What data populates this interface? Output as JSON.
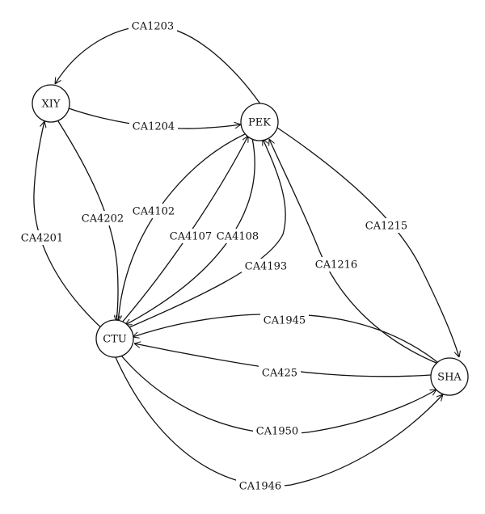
{
  "nodes": {
    "xiy": "XIY",
    "pek": "PEK",
    "ctu": "CTU",
    "sha": "SHA"
  },
  "edges": {
    "ca1203": "CA1203",
    "ca1204": "CA1204",
    "ca4202": "CA4202",
    "ca4201": "CA4201",
    "ca4102": "CA4102",
    "ca4107": "CA4107",
    "ca4108": "CA4108",
    "ca4193": "CA4193",
    "ca1215": "CA1215",
    "ca1216": "CA1216",
    "ca1945": "CA1945",
    "ca425": "CA425",
    "ca1950": "CA1950",
    "ca1946": "CA1946"
  }
}
